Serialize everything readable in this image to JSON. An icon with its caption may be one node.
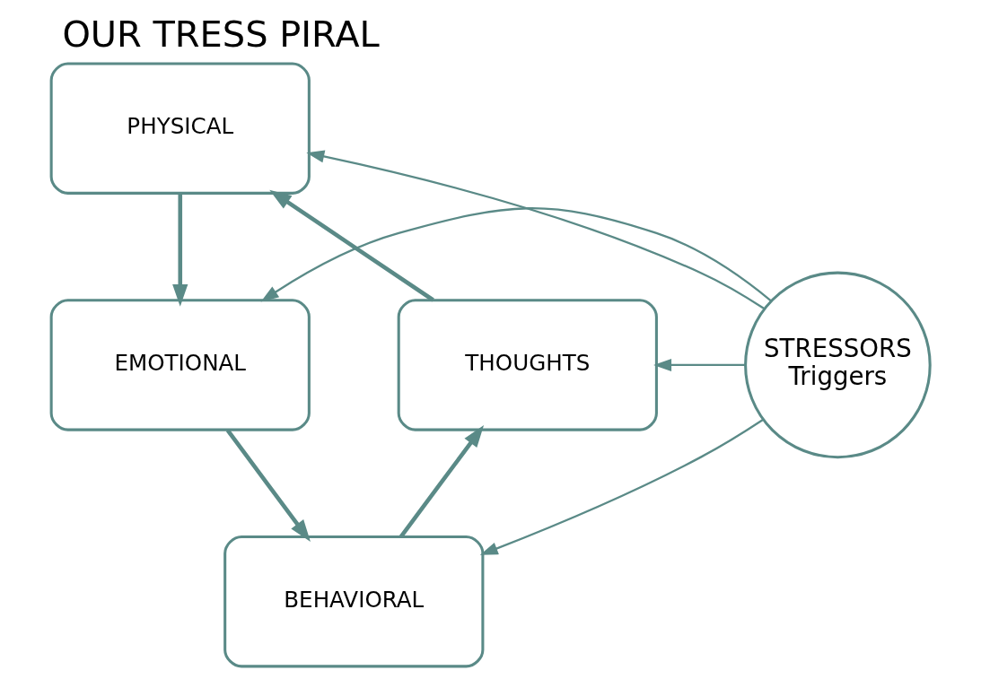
{
  "diagram": {
    "title": "OUR TRESS PIRAL",
    "nodes": [
      {
        "text": [
          "PHYSICAL"
        ]
      },
      {
        "text": [
          "THOUGHTS"
        ]
      },
      {
        "text": [
          "STRESSORS",
          "Triggers"
        ]
      },
      {
        "text": [
          "EMOTIONAL"
        ]
      },
      {
        "text": [
          "BEHAVIORAL"
        ]
      }
    ],
    "edges": [
      {
        "from": 2,
        "to": 0,
        "arrow": "to"
      },
      {
        "from": 2,
        "to": 1,
        "arrow": "to"
      },
      {
        "from": 2,
        "to": 3,
        "arrow": "to"
      },
      {
        "from": 2,
        "to": 4,
        "arrow": "to"
      },
      {
        "from": 1,
        "to": 0,
        "arrow": "to",
        "style": "thick"
      },
      {
        "from": 0,
        "to": 3,
        "arrow": "to",
        "style": "thick"
      },
      {
        "from": 3,
        "to": 4,
        "arrow": "to",
        "style": "thick"
      },
      {
        "from": 4,
        "to": 1,
        "arrow": "to",
        "style": "thick"
      }
    ]
  }
}
